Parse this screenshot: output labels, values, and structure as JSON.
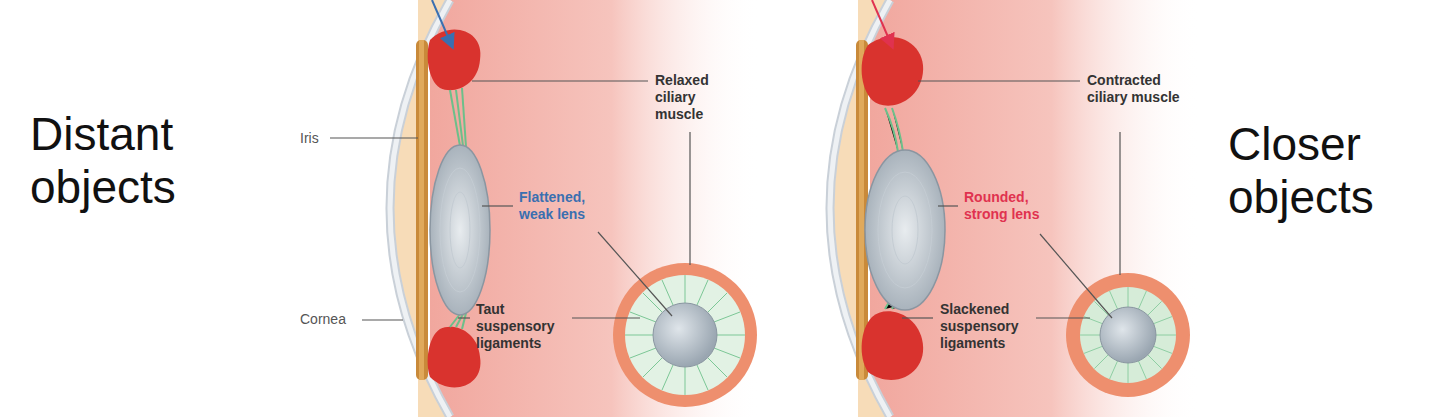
{
  "diagram": {
    "labels": [
      "Distant objects",
      "Iris",
      "Cornea",
      "Relaxed ciliary muscle",
      "Flattened, weak lens",
      "Taut suspensory ligaments",
      "Contracted ciliary muscle",
      "Rounded, strong lens",
      "Slackened suspensory ligaments",
      "Closer objects"
    ]
  }
}
